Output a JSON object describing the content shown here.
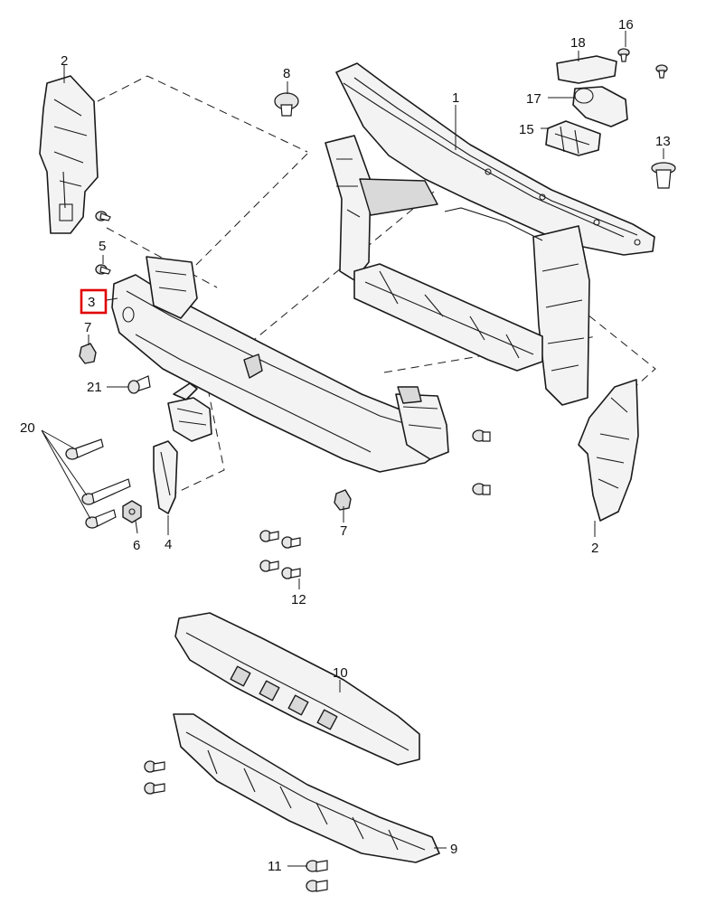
{
  "highlight_color": "#e00000",
  "callouts": {
    "c1": "1",
    "c2a": "2",
    "c2b": "2",
    "c3": "3",
    "c4": "4",
    "c5": "5",
    "c6": "6",
    "c7a": "7",
    "c7b": "7",
    "c8": "8",
    "c9": "9",
    "c10": "10",
    "c11": "11",
    "c12": "12",
    "c13": "13",
    "c15": "15",
    "c16": "16",
    "c17": "17",
    "c18": "18",
    "c20": "20",
    "c21": "21"
  },
  "highlighted_callout": "3"
}
